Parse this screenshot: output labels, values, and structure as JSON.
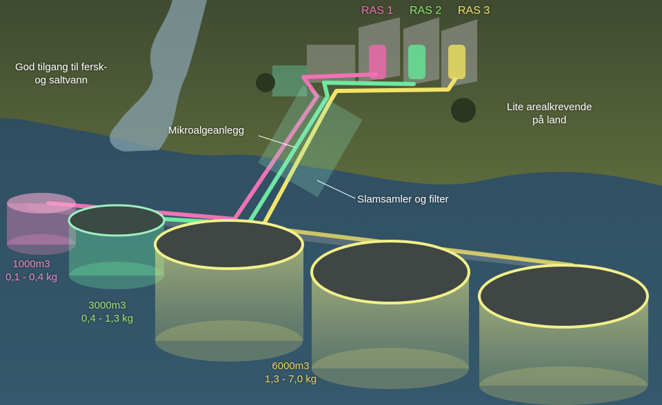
{
  "labels": {
    "fresh_salt_line1": "God tilgang til fersk-",
    "fresh_salt_line2": "og saltvann",
    "land_line1": "Lite arealkrevende",
    "land_line2": "på land",
    "microalgae": "Mikroalgeanlegg",
    "sludge": "Slamsamler og filter"
  },
  "ras": [
    {
      "label": "RAS 1",
      "color": "#f072b4"
    },
    {
      "label": "RAS 2",
      "color": "#8ee870"
    },
    {
      "label": "RAS 3",
      "color": "#f2e46a"
    }
  ],
  "tanks": [
    {
      "volume": "1000m3",
      "weight": "0,1 - 0,4 kg",
      "color": "#f08ac0"
    },
    {
      "volume": "3000m3",
      "weight": "0,4 - 1,3 kg",
      "color": "#a6e070"
    },
    {
      "volume": "6000m3",
      "weight": "1,3 - 7,0 kg",
      "color": "#f0d264"
    }
  ]
}
